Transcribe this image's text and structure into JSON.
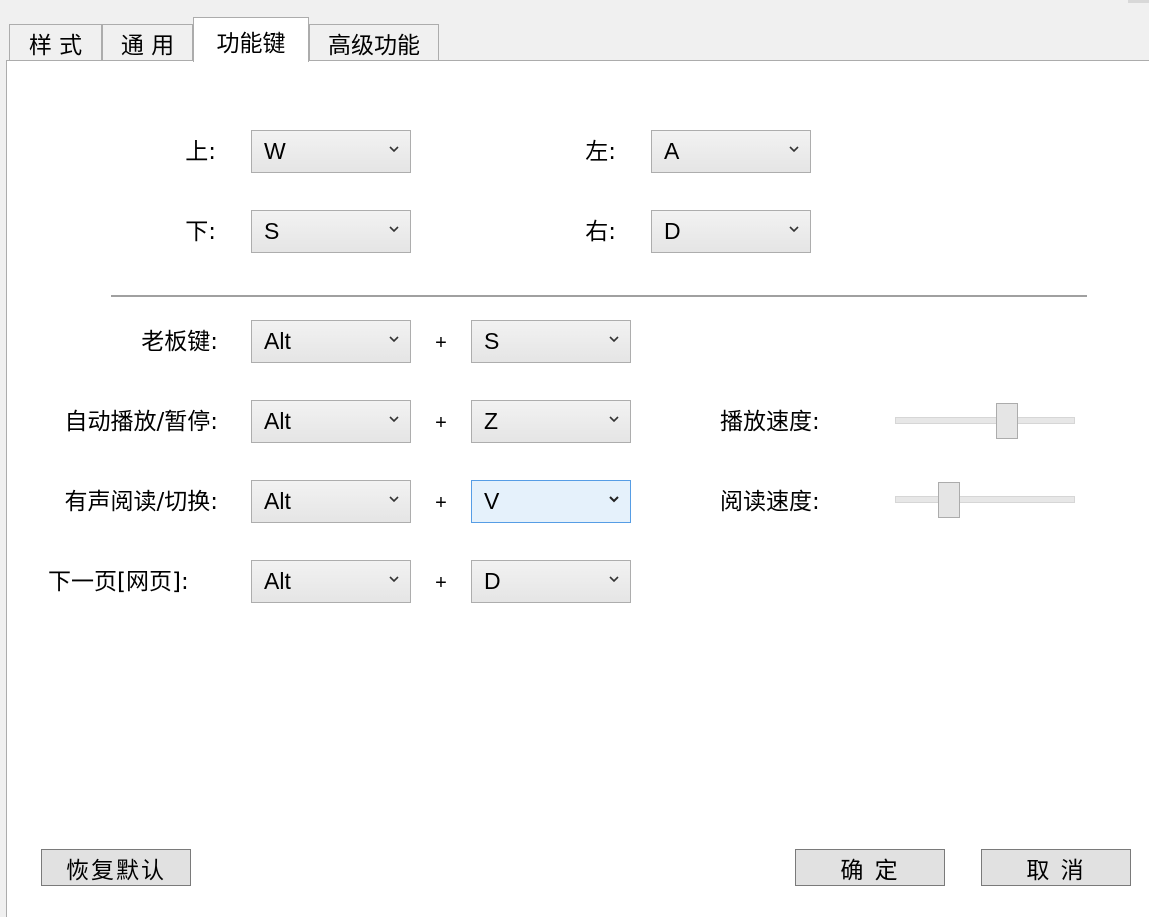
{
  "tabs": [
    {
      "label": "样 式"
    },
    {
      "label": "通 用"
    },
    {
      "label": "功能键"
    },
    {
      "label": "高级功能"
    }
  ],
  "direction_keys": {
    "up_label": "上:",
    "up_value": "W",
    "down_label": "下:",
    "down_value": "S",
    "left_label": "左:",
    "left_value": "A",
    "right_label": "右:",
    "right_value": "D"
  },
  "hotkeys": {
    "plus": "+",
    "boss_key": {
      "label": "老板键:",
      "modifier": "Alt",
      "key": "S"
    },
    "autoplay": {
      "label": "自动播放/暂停:",
      "modifier": "Alt",
      "key": "Z"
    },
    "read_aloud": {
      "label": "有声阅读/切换:",
      "modifier": "Alt",
      "key": "V"
    },
    "next_page": {
      "label": "下一页[网页]:",
      "modifier": "Alt",
      "key": "D"
    }
  },
  "speeds": {
    "play_speed_label": "播放速度:",
    "play_speed_level": 0.62,
    "read_speed_label": "阅读速度:",
    "read_speed_level": 0.3
  },
  "buttons": {
    "restore_default": "恢复默认",
    "ok": "确 定",
    "cancel": "取 消"
  },
  "colors": {
    "focus_border": "#569de5",
    "focus_fill": "#e5f1fb"
  },
  "icons": {
    "dropdown": "chevron-down-icon"
  }
}
